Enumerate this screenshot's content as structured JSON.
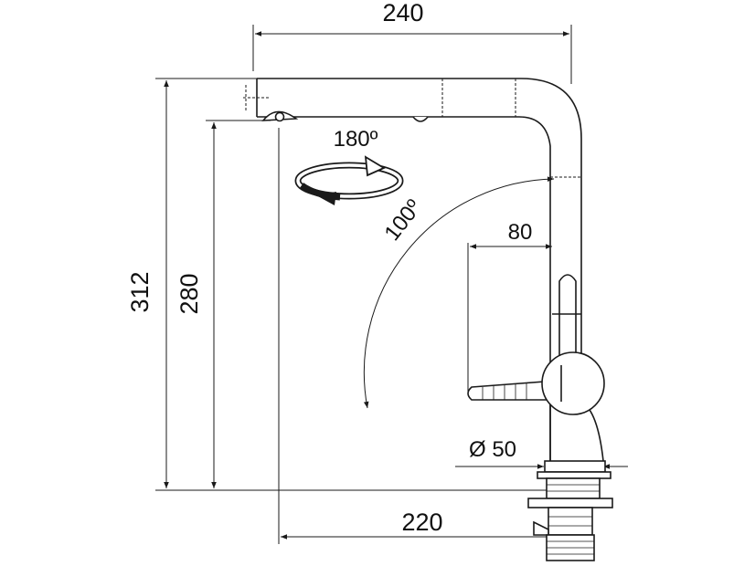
{
  "dimensions": {
    "width_top": "240",
    "width_bottom": "220",
    "height_total": "312",
    "height_spout": "280",
    "handle_reach": "80",
    "base_diameter": "Ø 50",
    "handle_angle": "100º",
    "spout_rotation": "180º"
  },
  "colors": {
    "line": "#1a1a1a",
    "background": "#ffffff"
  },
  "icons": {
    "rotation": "rotation-arrow-icon"
  }
}
